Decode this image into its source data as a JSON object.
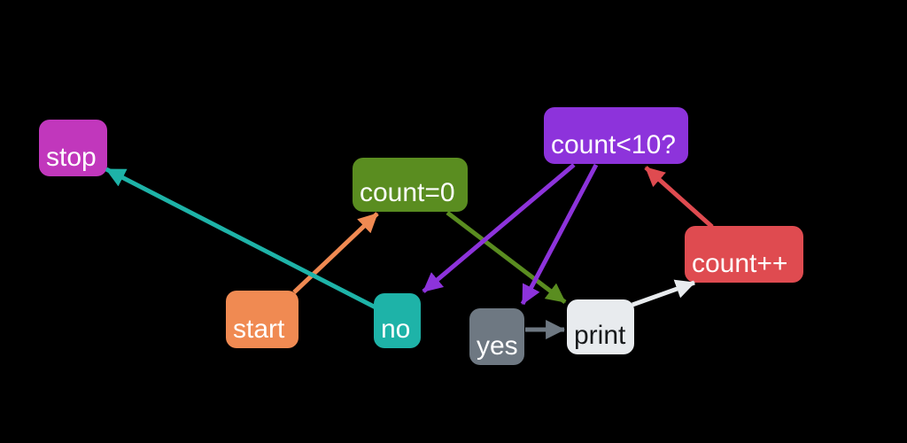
{
  "canvas": {
    "background": "#000000"
  },
  "diagram": {
    "nodes": [
      {
        "id": "stop",
        "label": "stop",
        "color": "#c137bc",
        "text_color": "#ffffff"
      },
      {
        "id": "count=0",
        "label": "count=0",
        "color": "#5a8d20",
        "text_color": "#ffffff"
      },
      {
        "id": "count<10?",
        "label": "count<10?",
        "color": "#8d33db",
        "text_color": "#ffffff"
      },
      {
        "id": "count++",
        "label": "count++",
        "color": "#df4b50",
        "text_color": "#ffffff"
      },
      {
        "id": "start",
        "label": "start",
        "color": "#f08a52",
        "text_color": "#ffffff"
      },
      {
        "id": "no",
        "label": "no",
        "color": "#1eb3a8",
        "text_color": "#ffffff"
      },
      {
        "id": "yes",
        "label": "yes",
        "color": "#6e7882",
        "text_color": "#ffffff"
      },
      {
        "id": "print",
        "label": "print",
        "color": "#e8ebee",
        "text_color": "#17191b"
      }
    ],
    "edges": [
      {
        "from": "start",
        "to": "count=0",
        "color": "#f08a52"
      },
      {
        "from": "no",
        "to": "stop",
        "color": "#1eb3a8"
      },
      {
        "from": "count=0",
        "to": "print",
        "color": "#5a8d20"
      },
      {
        "from": "count<10?",
        "to": "no",
        "color": "#8d33db"
      },
      {
        "from": "count<10?",
        "to": "yes",
        "color": "#8d33db"
      },
      {
        "from": "yes",
        "to": "print",
        "color": "#6e7882"
      },
      {
        "from": "print",
        "to": "count++",
        "color": "#e8ebee"
      },
      {
        "from": "count++",
        "to": "count<10?",
        "color": "#df4b50"
      }
    ]
  }
}
